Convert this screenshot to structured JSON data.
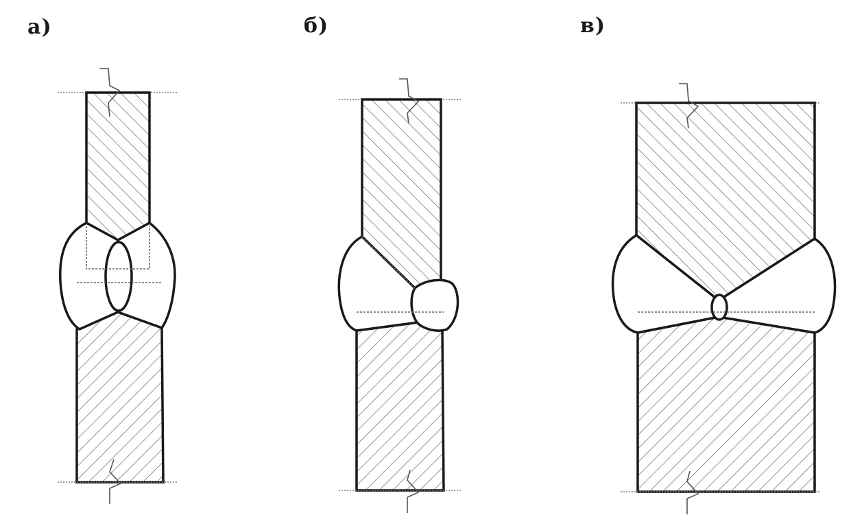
{
  "panels": [
    {
      "id": "a",
      "label": "a)"
    },
    {
      "id": "b",
      "label": "б)"
    },
    {
      "id": "c",
      "label": "в)"
    }
  ],
  "colors": {
    "stroke": "#1a1a1a",
    "hatch": "#666666",
    "background": "#ffffff"
  }
}
